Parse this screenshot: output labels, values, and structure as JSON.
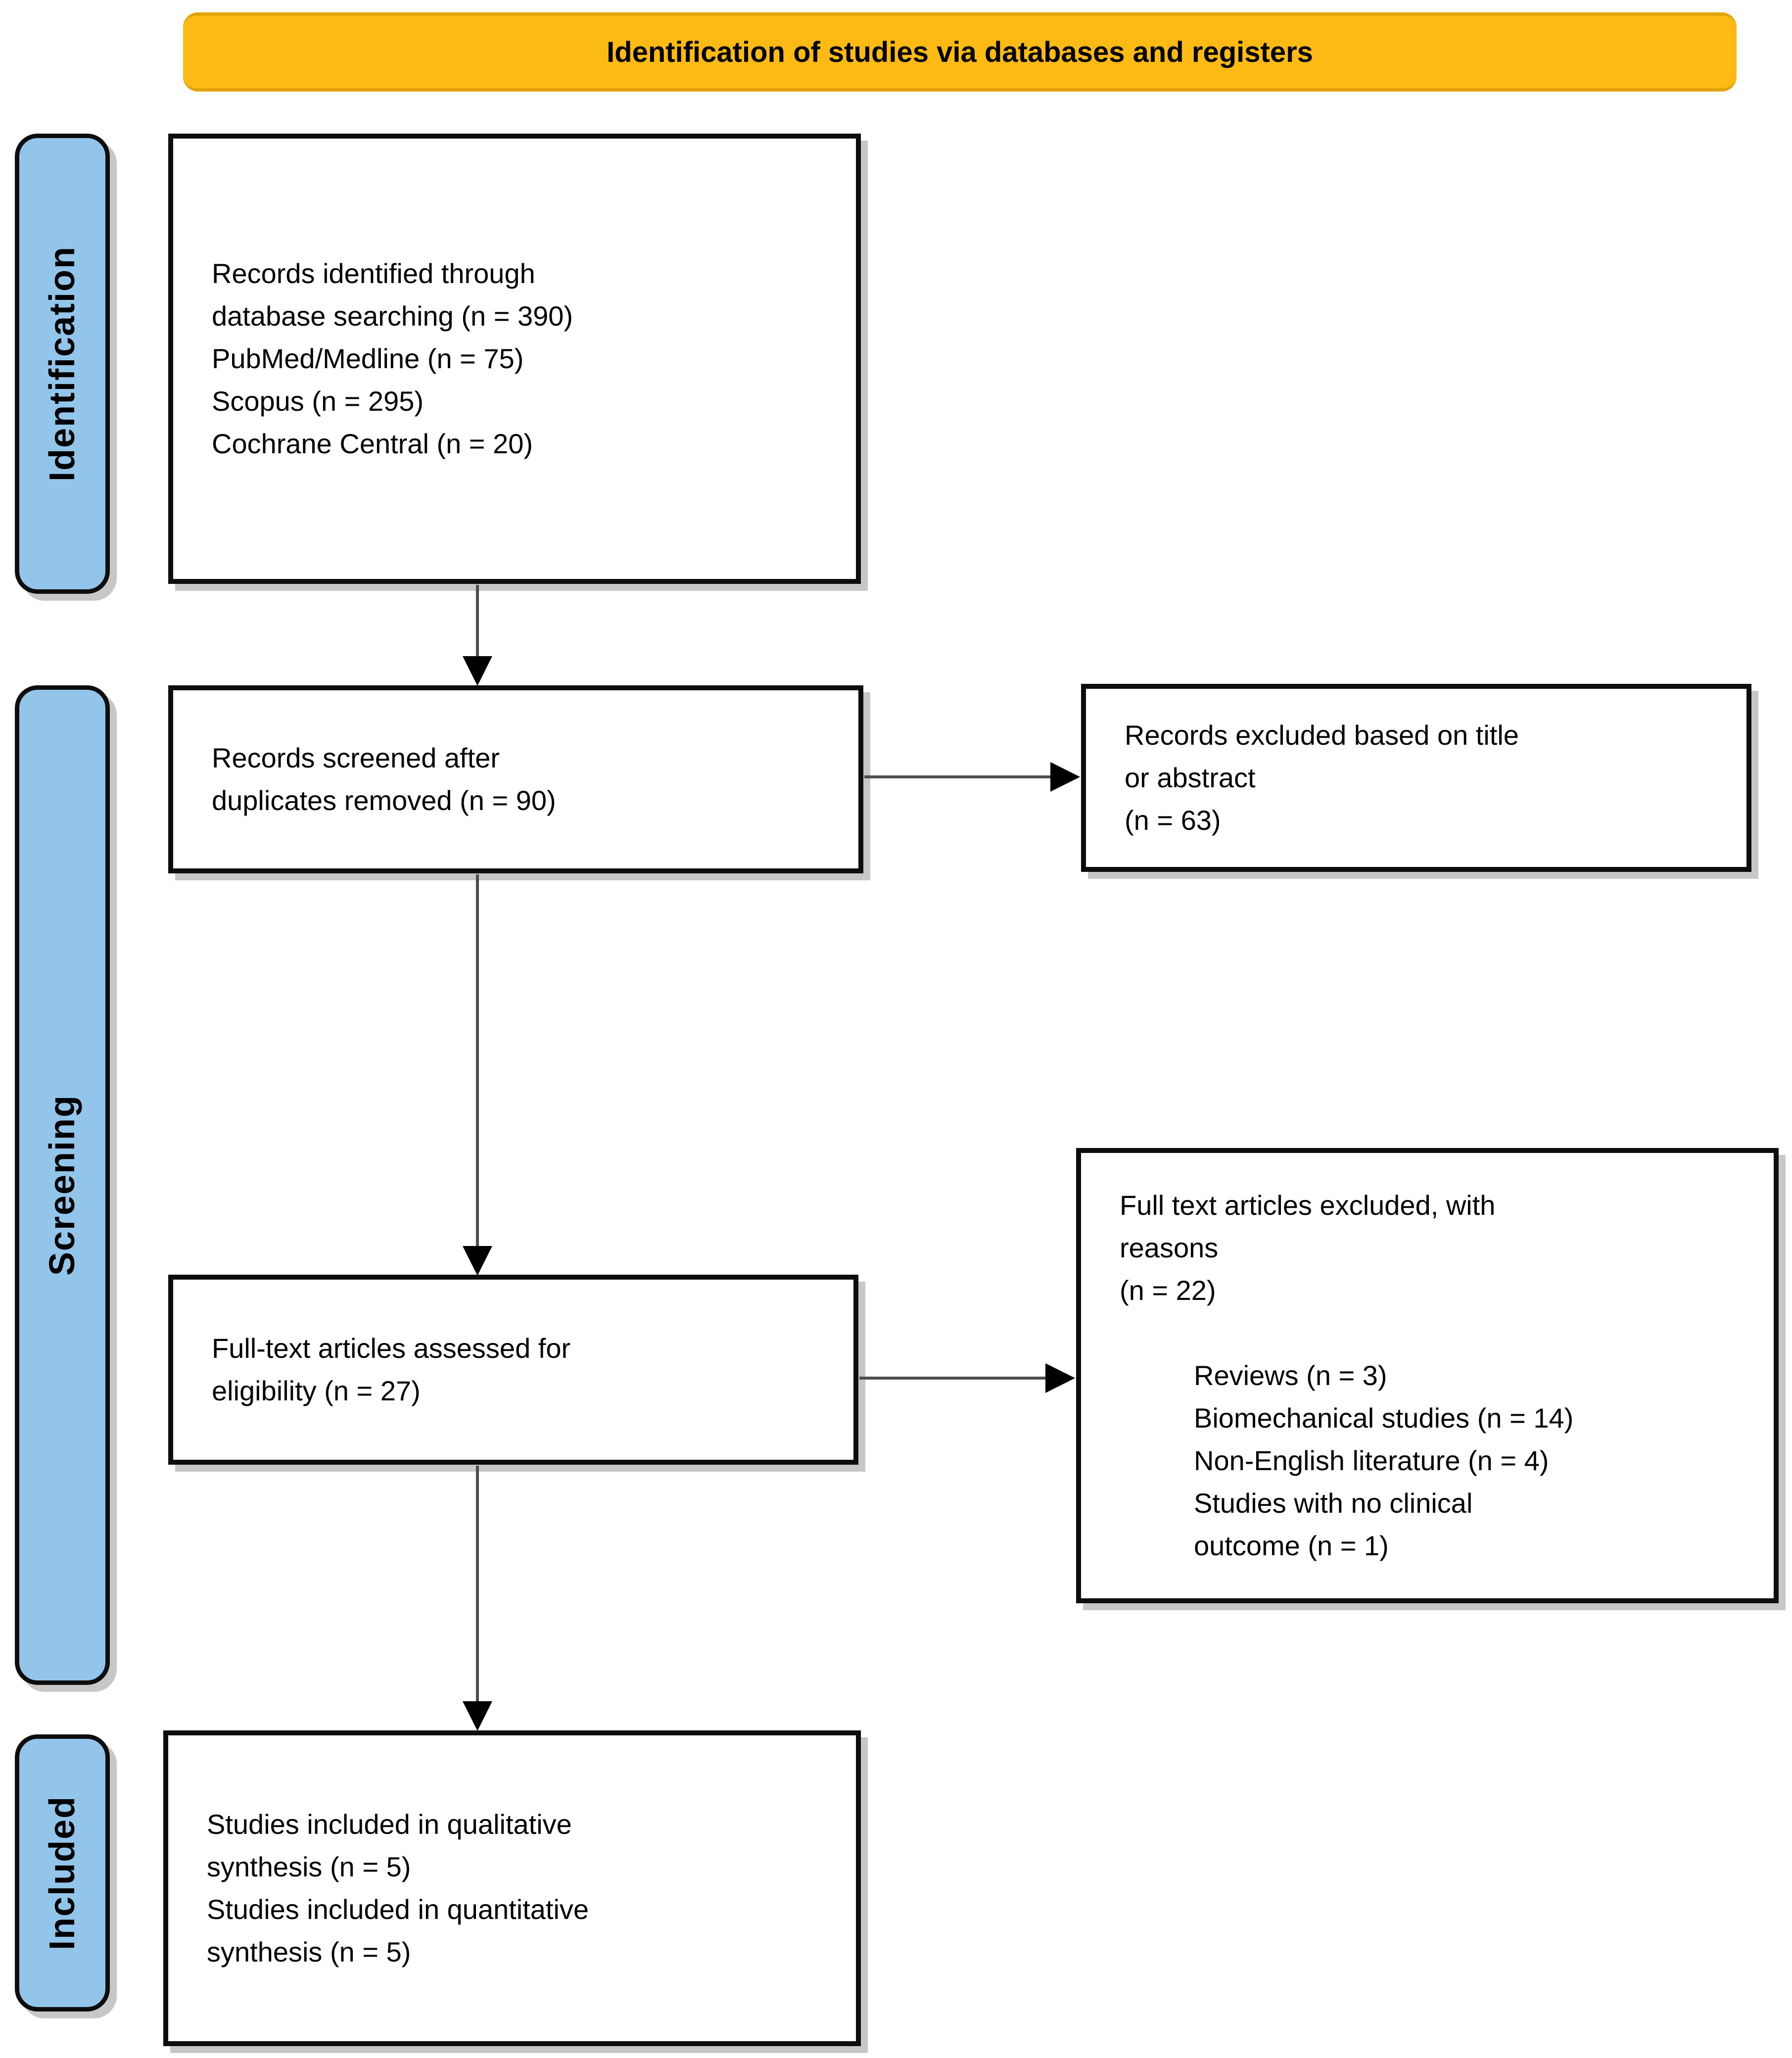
{
  "colors": {
    "header_bg": "#FDB914",
    "stage_bg": "#92C5E9",
    "box_border": "#0d0d0d",
    "arrow_line": "#4d4d4d",
    "arrow_head": "#000000"
  },
  "header": {
    "title": "Identification of studies via databases and registers"
  },
  "stages": [
    {
      "label": "Identification"
    },
    {
      "label": "Screening"
    },
    {
      "label": "Included"
    }
  ],
  "boxes": {
    "identified": {
      "lines": [
        "Records identified through",
        "database searching (n = 390)",
        "PubMed/Medline (n = 75)",
        "Scopus (n = 295)",
        "Cochrane Central (n = 20)"
      ]
    },
    "screened": {
      "lines": [
        "Records screened after",
        "duplicates removed (n = 90)"
      ]
    },
    "excluded_title_abstract": {
      "lines": [
        "Records excluded based on title",
        "or abstract",
        "(n = 63)"
      ]
    },
    "fulltext_assessed": {
      "lines": [
        "Full-text articles assessed for",
        "eligibility (n = 27)"
      ]
    },
    "fulltext_excluded": {
      "lines": [
        "Full text articles excluded, with",
        "reasons",
        "(n = 22)"
      ],
      "reasons": [
        "Reviews (n = 3)",
        "Biomechanical studies (n = 14)",
        "Non-English literature (n = 4)",
        "Studies with no clinical",
        "outcome (n = 1)"
      ]
    },
    "included": {
      "lines": [
        "Studies included in qualitative",
        "synthesis (n = 5)",
        "Studies included in quantitative",
        "synthesis (n = 5)"
      ]
    }
  }
}
